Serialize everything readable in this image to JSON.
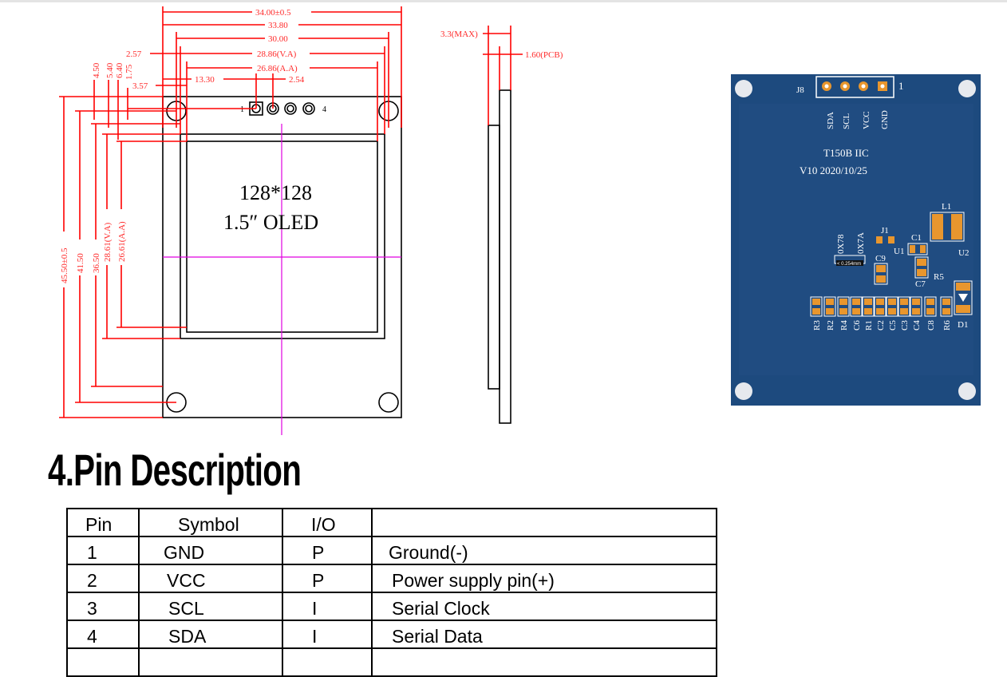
{
  "drawing": {
    "top_dims": {
      "width_total": "34.00±0.5",
      "width_pcb": "33.80",
      "hole_span": "30.00",
      "va_width": "28.86(V.A)",
      "va_offset": "2.57",
      "aa_width": "26.86(A.A)",
      "pin1_offset": "13.30",
      "pin_pitch": "2.54",
      "aa_offset": "3.57"
    },
    "left_dims": {
      "height_total": "45.50±0.5",
      "hole_span_v": "41.50",
      "height_2": "36.50",
      "va_height": "28.61(V.A)",
      "aa_height": "26.61(A.A)",
      "d1": "4.50",
      "d2": "5.40",
      "d3": "6.40",
      "d4": "1.75"
    },
    "pin_first": "1",
    "pin_last": "4",
    "display_line1": "128*128",
    "display_line2": "1.5″ OLED",
    "side": {
      "max_thickness": "3.3(MAX)",
      "pcb_thickness": "1.60(PCB)"
    }
  },
  "pcb": {
    "color": "#1d4a7e",
    "connector": "J8",
    "pin1": "1",
    "pins": [
      "SDA",
      "SCL",
      "VCC",
      "GND"
    ],
    "model": "T150B IIC",
    "version": "V10 2020/10/25",
    "components": {
      "l1": "L1",
      "j1": "J1",
      "c1": "C1",
      "u1": "U1",
      "u2": "U2",
      "c9": "C9",
      "c7": "C7",
      "r5": "R5",
      "d1": "D1",
      "ox78": "0X78",
      "ox7a": "0X7A",
      "tooltip": "< 0.254mm"
    },
    "bottom_labels": [
      "R3",
      "R2",
      "R4",
      "C6",
      "R1",
      "C2",
      "C5",
      "C3",
      "C4",
      "C8",
      "R6"
    ]
  },
  "section_title": "4.Pin Description",
  "table": {
    "headers": [
      "Pin",
      "Symbol",
      "I/O",
      ""
    ],
    "rows": [
      [
        "1",
        "GND",
        "P",
        "Ground(-)"
      ],
      [
        "2",
        "VCC",
        "P",
        "Power supply pin(+)"
      ],
      [
        "3",
        "SCL",
        "I",
        "Serial Clock"
      ],
      [
        "4",
        "SDA",
        "I",
        "Serial Data"
      ]
    ]
  }
}
